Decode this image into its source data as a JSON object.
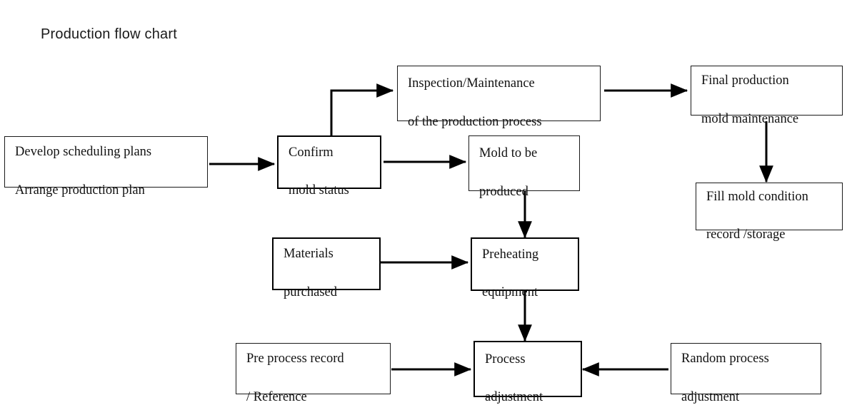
{
  "title": "Production flow chart",
  "colors": {
    "stroke": "#1a1a1a",
    "arrow": "#000000",
    "background": "#ffffff",
    "text": "#121212"
  },
  "nodes": {
    "develop": {
      "line1": "Develop scheduling plans",
      "line2": "Arrange production plan"
    },
    "confirm": {
      "line1": "Confirm",
      "line2": "mold status"
    },
    "inspection": {
      "line1": "Inspection/Maintenance",
      "line2": "of the production process"
    },
    "final_maintenance": {
      "line1": "Final production",
      "line2": "mold maintenance"
    },
    "fill_record": {
      "line1": "Fill mold condition",
      "line2": "record /storage"
    },
    "mold_produced": {
      "line1": "Mold to be",
      "line2": "produced"
    },
    "materials": {
      "line1": "Materials",
      "line2": "purchased"
    },
    "preheating": {
      "line1": "Preheating",
      "line2": "equipment"
    },
    "pre_record": {
      "line1": "Pre process record",
      "line2": "/ Reference"
    },
    "process_adjust": {
      "line1": "Process",
      "line2": "adjustment"
    },
    "random_adjust": {
      "line1": "Random   process",
      "line2": "adjustment"
    }
  },
  "edges": [
    {
      "name": "develop-to-confirm",
      "from": "develop",
      "to": "confirm",
      "kind": "arrow-right"
    },
    {
      "name": "confirm-to-inspection",
      "from": "confirm",
      "to": "inspection",
      "kind": "elbow-up-right"
    },
    {
      "name": "confirm-to-mold",
      "from": "confirm",
      "to": "mold_produced",
      "kind": "arrow-right"
    },
    {
      "name": "inspection-to-final-maintenance",
      "from": "inspection",
      "to": "final_maintenance",
      "kind": "arrow-right"
    },
    {
      "name": "final-maintenance-to-fill-record",
      "from": "final_maintenance",
      "to": "fill_record",
      "kind": "arrow-down"
    },
    {
      "name": "mold-to-preheating",
      "from": "mold_produced",
      "to": "preheating",
      "kind": "arrow-down"
    },
    {
      "name": "materials-to-preheating",
      "from": "materials",
      "to": "preheating",
      "kind": "arrow-right"
    },
    {
      "name": "preheating-to-process-adjust",
      "from": "preheating",
      "to": "process_adjust",
      "kind": "arrow-down"
    },
    {
      "name": "pre-record-to-process-adjust",
      "from": "pre_record",
      "to": "process_adjust",
      "kind": "arrow-right"
    },
    {
      "name": "random-adjust-to-process-adjust",
      "from": "random_adjust",
      "to": "process_adjust",
      "kind": "arrow-left"
    }
  ]
}
